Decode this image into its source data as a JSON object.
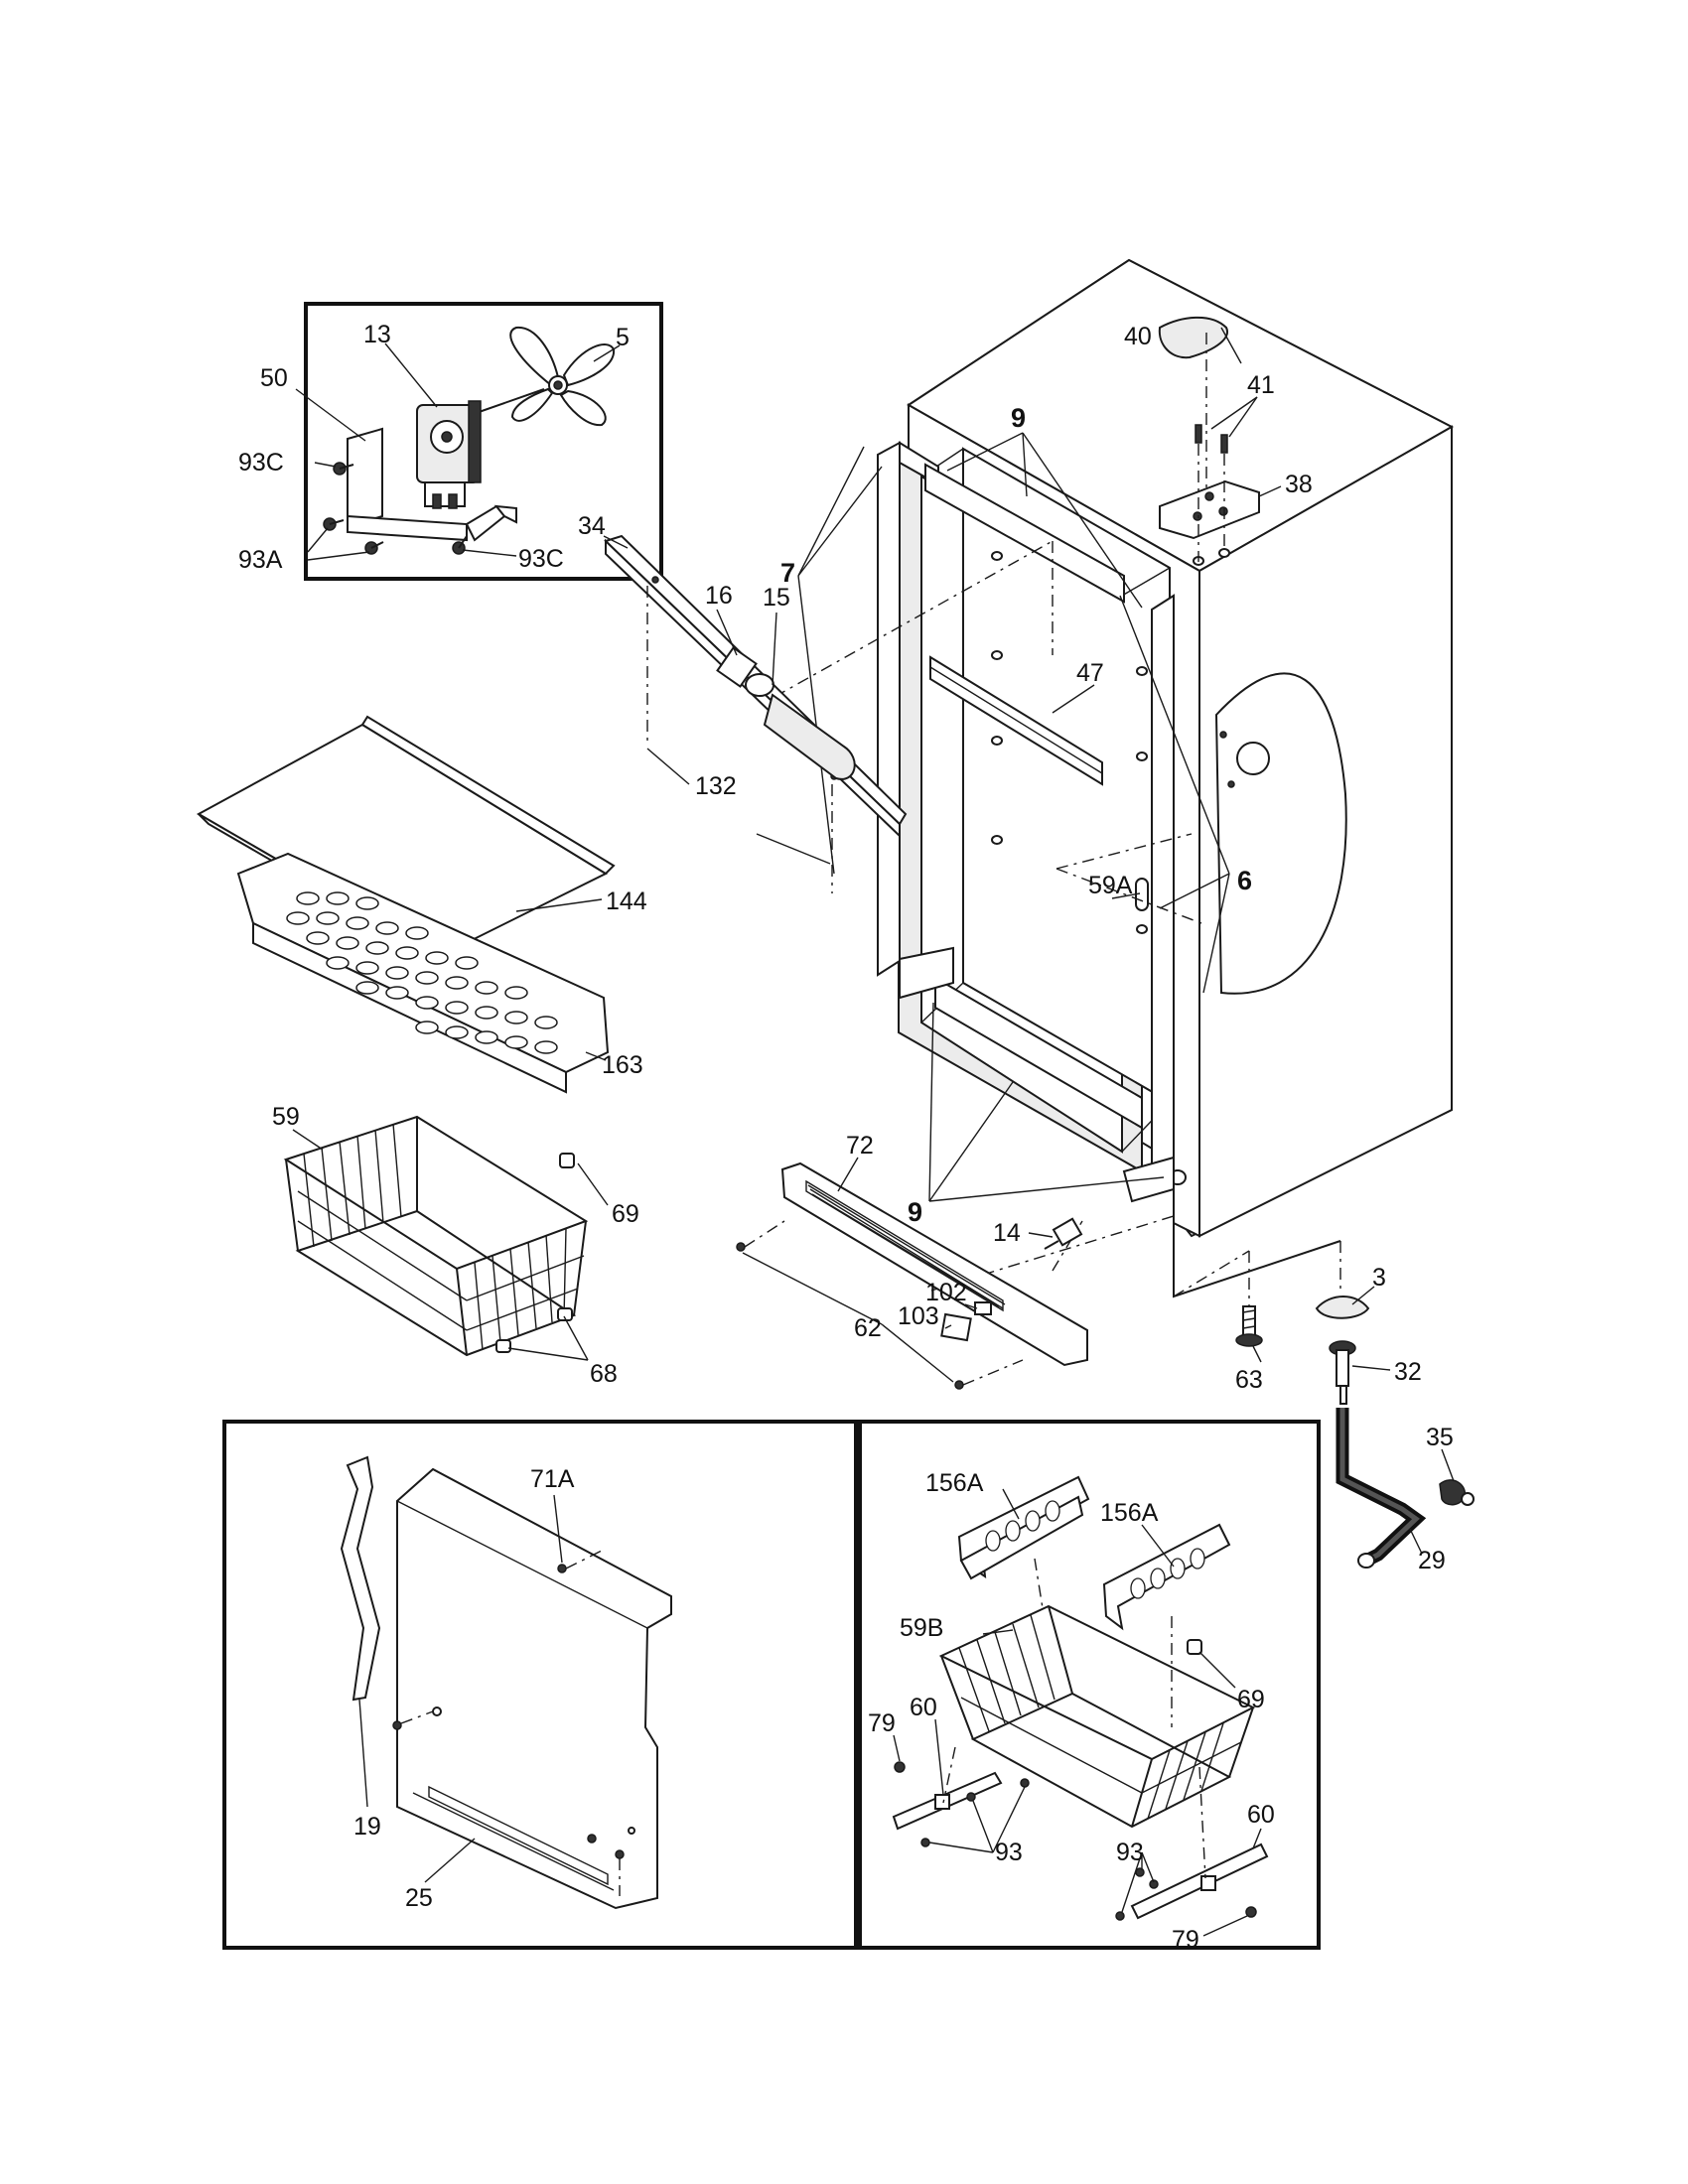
{
  "colors": {
    "line": "#1a1a1a",
    "paper": "#ffffff",
    "shade": "#ececec"
  },
  "callouts": {
    "c5": "5",
    "c13": "13",
    "c50": "50",
    "c93c_a": "93C",
    "c93a": "93A",
    "c93c_b": "93C",
    "c9_top": "9",
    "c40": "40",
    "c41": "41",
    "c38": "38",
    "c7": "7",
    "c34": "34",
    "c16": "16",
    "c15": "15",
    "c47": "47",
    "c132": "132",
    "c59a": "59A",
    "c6": "6",
    "c144": "144",
    "c163": "163",
    "c59": "59",
    "c69_a": "69",
    "c68": "68",
    "c72": "72",
    "c9_bottom": "9",
    "c14": "14",
    "c3": "3",
    "c62": "62",
    "c102": "102",
    "c103": "103",
    "c63": "63",
    "c32": "32",
    "c35": "35",
    "c29": "29",
    "c71a": "71A",
    "c19": "19",
    "c25": "25",
    "c156a_a": "156A",
    "c156a_b": "156A",
    "c59b": "59B",
    "c69_b": "69",
    "c79_a": "79",
    "c60_a": "60",
    "c93_a": "93",
    "c60_b": "60",
    "c93_b": "93",
    "c79_b": "79"
  }
}
